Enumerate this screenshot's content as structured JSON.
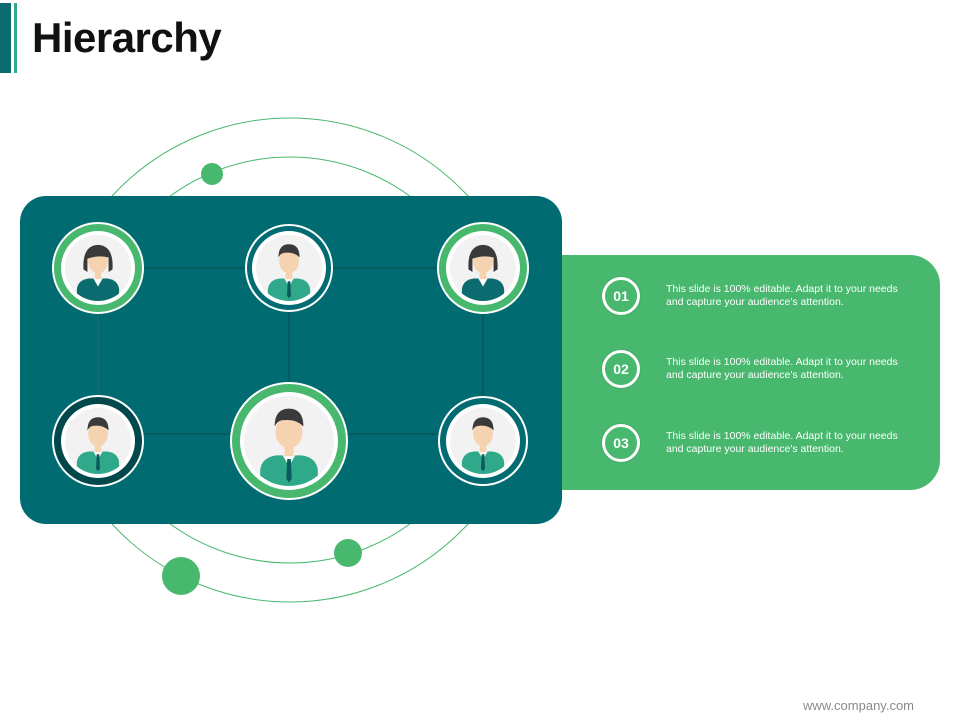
{
  "page": {
    "title": "Hierarchy",
    "footer": "www.company.com"
  },
  "colors": {
    "teal": "#006b70",
    "green": "#47b86e",
    "accent_dark": "#0b6b6e",
    "accent_light": "#2fa98a"
  },
  "people": [
    {
      "role": "female",
      "ring": "green"
    },
    {
      "role": "male",
      "ring": "outline"
    },
    {
      "role": "female",
      "ring": "green"
    },
    {
      "role": "male",
      "ring": "dark"
    },
    {
      "role": "male",
      "ring": "green"
    },
    {
      "role": "male",
      "ring": "outline"
    }
  ],
  "items": [
    {
      "number": "01",
      "text": "This slide is 100% editable.  Adapt it to your needs and capture your audience's attention."
    },
    {
      "number": "02",
      "text": "This slide is 100% editable.  Adapt it to your needs and capture your audience's attention."
    },
    {
      "number": "03",
      "text": "This slide is 100% editable.  Adapt it to your needs and capture your audience's attention."
    }
  ]
}
